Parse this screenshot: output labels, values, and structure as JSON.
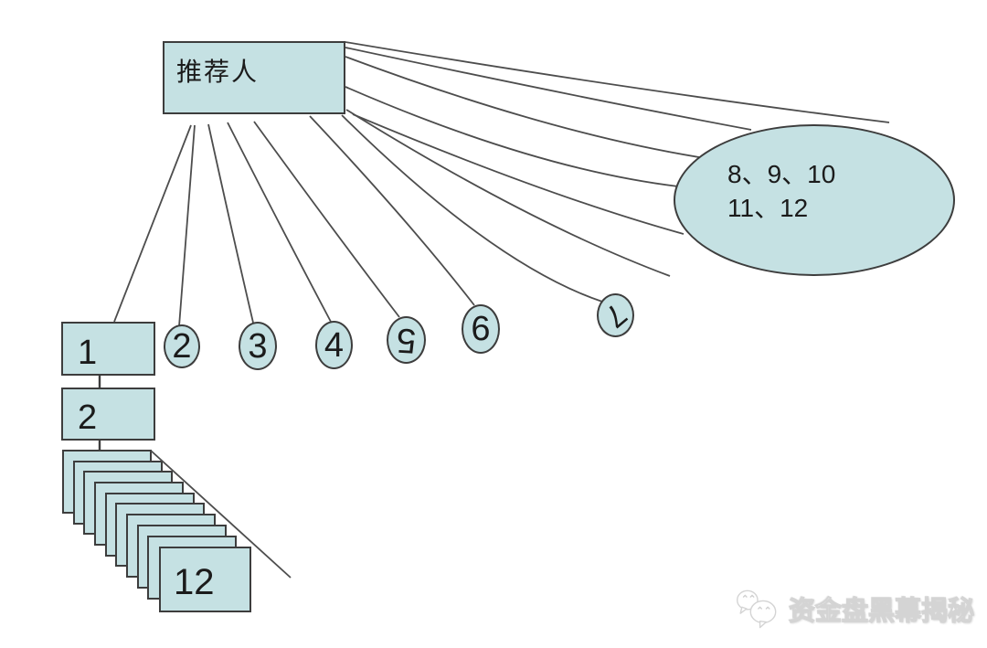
{
  "diagram": {
    "root": {
      "label": "推荐人"
    },
    "left_chain": {
      "rect1_label": "1",
      "rect2_label": "2",
      "rect12_label": "12"
    },
    "circles": [
      {
        "label": "2"
      },
      {
        "label": "3"
      },
      {
        "label": "4"
      },
      {
        "label": "5",
        "rotated": true
      },
      {
        "label": "6"
      },
      {
        "label": "7",
        "rotated": true
      }
    ],
    "ellipse": {
      "line1": "8、9、10",
      "line2": "11、12"
    }
  },
  "watermark": {
    "text": "资金盘黑幕揭秘",
    "logo": "chat-bubbles-icon"
  },
  "colors": {
    "node_fill": "#c5e1e3",
    "node_stroke": "#3d3d3d",
    "connector_line": "#4d4d4d",
    "background": "#ffffff",
    "text": "#1b1b1b",
    "watermark_text": "#ffffff"
  }
}
